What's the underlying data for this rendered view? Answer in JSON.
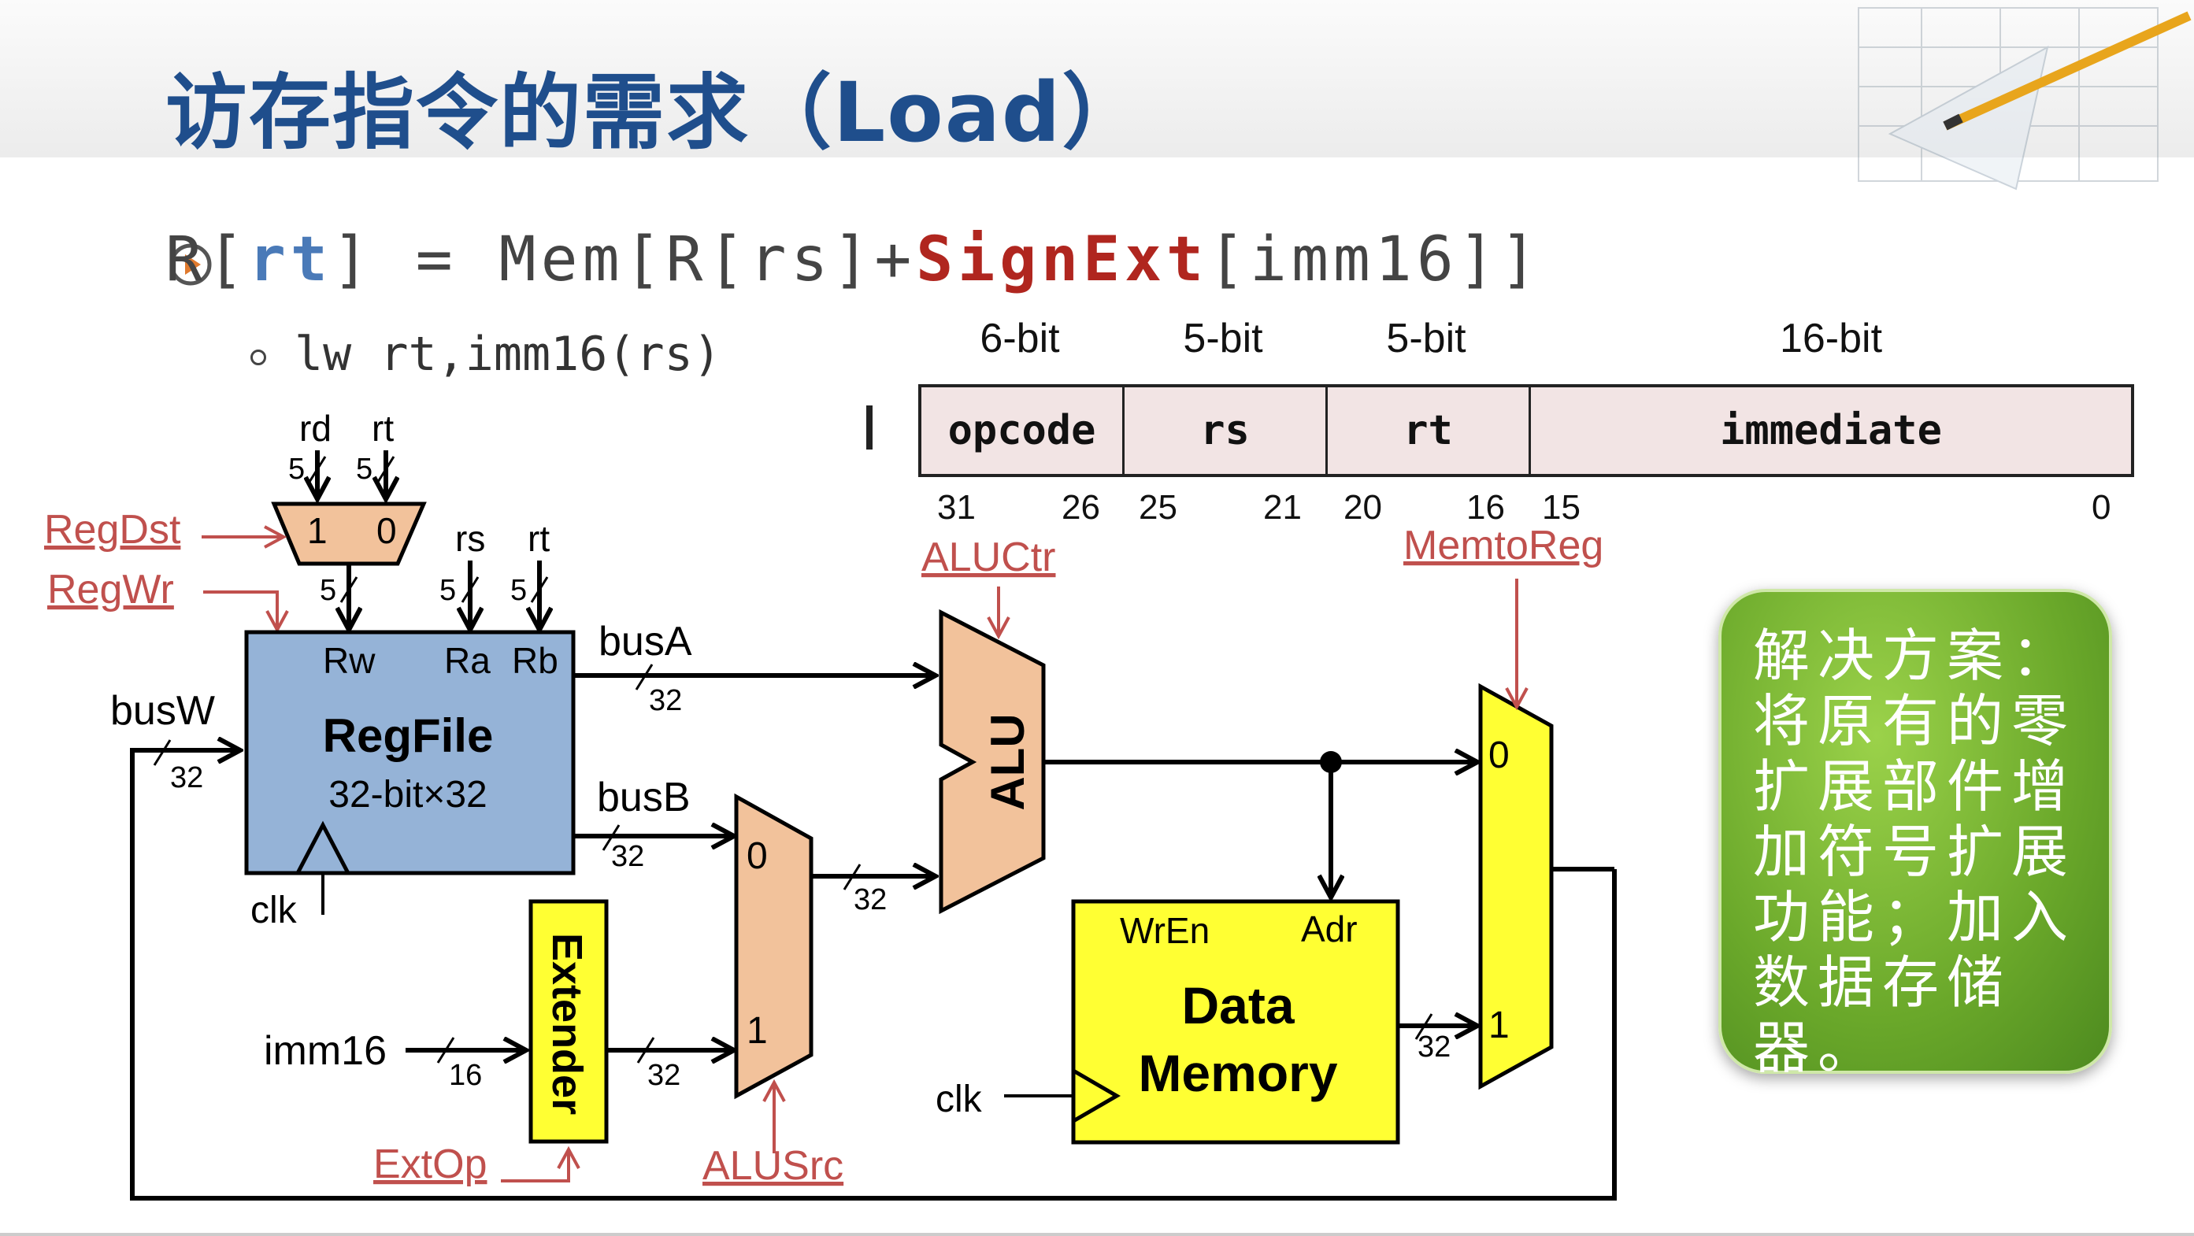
{
  "title": "访存指令的需求（Load）",
  "bullet": {
    "part1": "R[",
    "rt": "rt",
    "part2": "] = Mem[R[rs]+",
    "signext": "SignExt",
    "part3": "[imm16]]"
  },
  "sub_bullet": "lw rt,imm16(rs)",
  "instruction_format": {
    "marker": "I",
    "fields": [
      {
        "name": "opcode",
        "width_label": "6-bit",
        "hi": "31",
        "lo": "26"
      },
      {
        "name": "rs",
        "width_label": "5-bit",
        "hi": "25",
        "lo": "21"
      },
      {
        "name": "rt",
        "width_label": "5-bit",
        "hi": "20",
        "lo": "16"
      },
      {
        "name": "immediate",
        "width_label": "16-bit",
        "hi": "15",
        "lo": "0"
      }
    ]
  },
  "diagram": {
    "control_signals": {
      "regdst": "RegDst",
      "regwr": "RegWr",
      "aluctr": "ALUCtr",
      "memtoreg": "MemtoReg",
      "extop": "ExtOp",
      "alusrc": "ALUSrc"
    },
    "regfile": {
      "name": "RegFile",
      "size": "32-bit×32",
      "rw": "Rw",
      "ra": "Ra",
      "rb": "Rb"
    },
    "regdst_mux": {
      "in1": "1",
      "in0": "0",
      "rd": "rd",
      "rt": "rt",
      "width": "5"
    },
    "reg_inputs": {
      "rs": "rs",
      "rt": "rt",
      "width": "5"
    },
    "buses": {
      "busA": "busA",
      "busB": "busB",
      "busW": "busW",
      "width32": "32",
      "width16": "16"
    },
    "alu": "ALU",
    "alusrc_mux": {
      "in0": "0",
      "in1": "1"
    },
    "extender": "Extender",
    "imm16": "imm16",
    "clk": "clk",
    "data_memory": {
      "line1": "Data",
      "line2": "Memory",
      "wren": "WrEn",
      "adr": "Adr"
    },
    "memtoreg_mux": {
      "in0": "0",
      "in1": "1"
    }
  },
  "solution": "解决方案：将原有的零扩展部件增加符号扩展功能；加入数据存储器。",
  "colors": {
    "title": "#1f4e8c",
    "regfile": "#95b3d7",
    "mux_orange": "#f2c29b",
    "yellow": "#ffff33",
    "control_red": "#c0504d",
    "solution_green": "#6aa82a"
  }
}
